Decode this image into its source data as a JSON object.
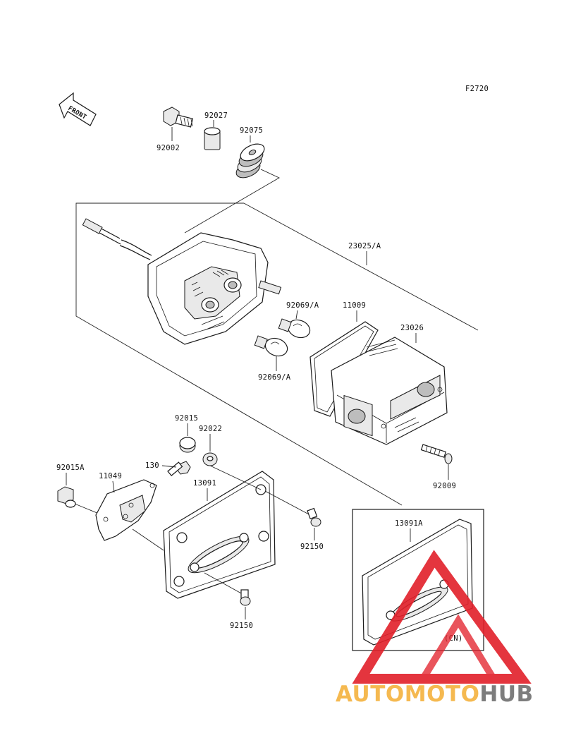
{
  "figure_code": "F2720",
  "front_arrow_label": "FRONT",
  "parts": {
    "p92002": "92002",
    "p92027": "92027",
    "p92075": "92075",
    "p23025A": "23025/A",
    "p92069A_top": "92069/A",
    "p11009": "11009",
    "p23026": "23026",
    "p92069A_bottom": "92069/A",
    "p92015": "92015",
    "p92022": "92022",
    "p130": "130",
    "p92015A": "92015A",
    "p11049": "11049",
    "p13091": "13091",
    "p92150_right": "92150",
    "p92009": "92009",
    "p13091A": "13091A",
    "cn_note": "(CN)",
    "p92150_bottom": "92150"
  },
  "watermark": {
    "part1": "AUTO",
    "part2": "MOTO",
    "part3": "HUB",
    "color_orange": "#f4b23e",
    "color_red": "#e2202a",
    "color_gray": "#6f6f6f"
  }
}
